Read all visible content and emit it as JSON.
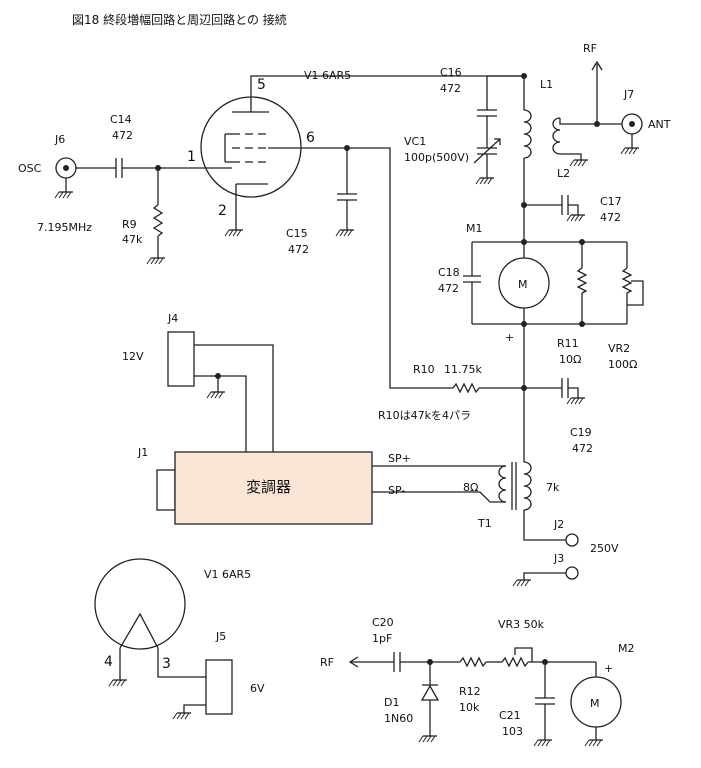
{
  "title": "図18 終段増幅回路と周辺回路との 接続",
  "labels": {
    "v1_top": "V1 6AR5",
    "pin5": "5",
    "pin6": "6",
    "pin1": "1",
    "pin2": "2",
    "c14": "C14",
    "c14_val": "472",
    "j6": "J6",
    "osc": "OSC",
    "freq": "7.195MHz",
    "r9": "R9",
    "r9_val": "47k",
    "c15": "C15",
    "c15_val": "472",
    "c16": "C16",
    "c16_val": "472",
    "vc1": "VC1",
    "vc1_val": "100p(500V)",
    "l1": "L1",
    "l2": "L2",
    "rf_top": "RF",
    "j7": "J7",
    "ant": "ANT",
    "c17": "C17",
    "c17_val": "472",
    "m1": "M1",
    "m1_sym": "M",
    "c18": "C18",
    "c18_val": "472",
    "plus1": "+",
    "r11": "R11",
    "r11_val": "10Ω",
    "vr2": "VR2",
    "vr2_val": "100Ω",
    "j4": "J4",
    "v12": "12V",
    "r10": "R10",
    "r10_val": "11.75k",
    "r10_note": "R10は47kを4パラ",
    "c19": "C19",
    "c19_val": "472",
    "j1": "J1",
    "modulator": "変調器",
    "sp_plus": "SP+",
    "sp_minus": "SP-",
    "ohm8": "8Ω",
    "k7": "7k",
    "t1": "T1",
    "j2": "J2",
    "j3": "J3",
    "v250": "250V",
    "v1_bot": "V1 6AR5",
    "pin4": "4",
    "pin3": "3",
    "j5": "J5",
    "v6": "6V",
    "c20": "C20",
    "c20_val": "1pF",
    "vr3": "VR3 50k",
    "m2": "M2",
    "m2_sym": "M",
    "plus2": "+",
    "rf_bot": "RF",
    "d1": "D1",
    "d1_val": "1N60",
    "r12": "R12",
    "r12_val": "10k",
    "c21": "C21",
    "c21_val": "103"
  },
  "colors": {
    "modulator_fill": "#fbe5d6"
  }
}
